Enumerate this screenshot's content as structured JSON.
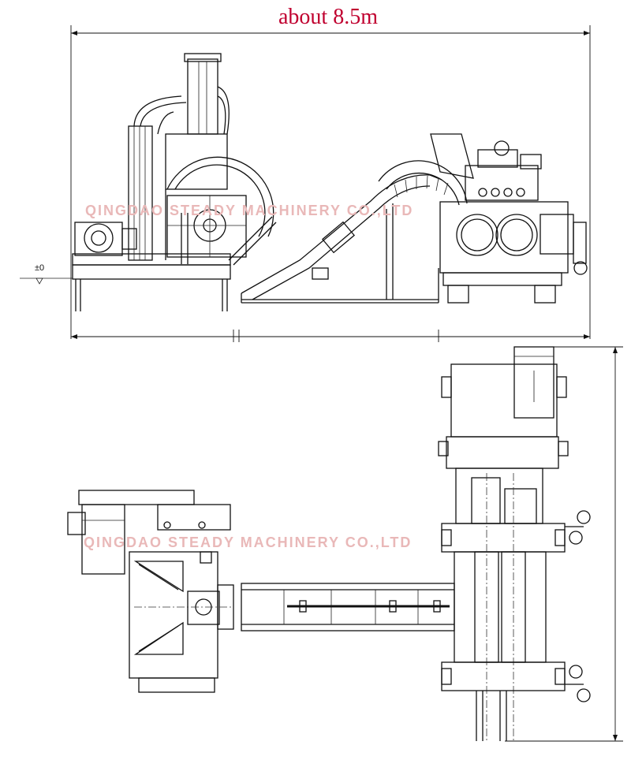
{
  "title": {
    "text": "about 8.5m",
    "color": "#c0002f"
  },
  "watermark": {
    "text": "QINGDAO STEADY MACHINERY CO.,LTD",
    "color": "#e9b8b8"
  },
  "level_mark": {
    "text": "±0"
  }
}
